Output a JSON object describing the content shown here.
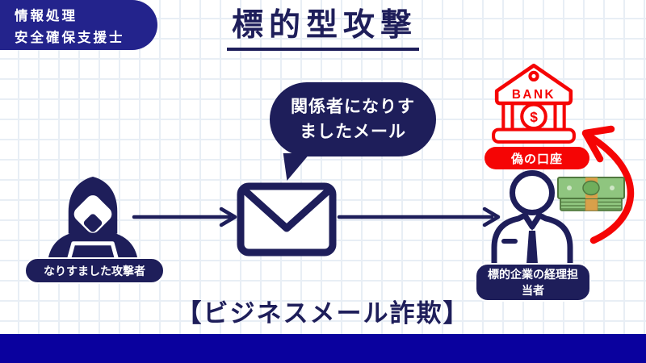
{
  "colors": {
    "navy": "#1e1e5a",
    "badge_blue": "#23238c",
    "bottom_bar_blue": "#0a019e",
    "red": "#f50505",
    "money_green": "#8fc57f",
    "money_green_dark": "#50793f",
    "money_band": "#d9a04a"
  },
  "badge": {
    "text": "情報処理\n安全確保支援士"
  },
  "title": {
    "text": "標的型攻撃"
  },
  "speech_bubble": {
    "text": "関係者になりす\nましたメール"
  },
  "attacker": {
    "icon": "hooded-hacker-with-laptop",
    "label": "なりすました攻撃者"
  },
  "email": {
    "icon": "envelope"
  },
  "target": {
    "icon": "businessman-with-tie",
    "label": "標的企業の経理担\n当者"
  },
  "bank": {
    "icon": "bank-building",
    "sign": "BANK",
    "dollar_symbol": "$",
    "label": "偽の口座"
  },
  "money": {
    "icon": "cash-stack"
  },
  "flow": {
    "arrow1": "attacker-to-email",
    "arrow2": "email-to-target",
    "red_arrow": "money-to-fake-account"
  },
  "caption": {
    "text": "【ビジネスメール詐欺】"
  }
}
